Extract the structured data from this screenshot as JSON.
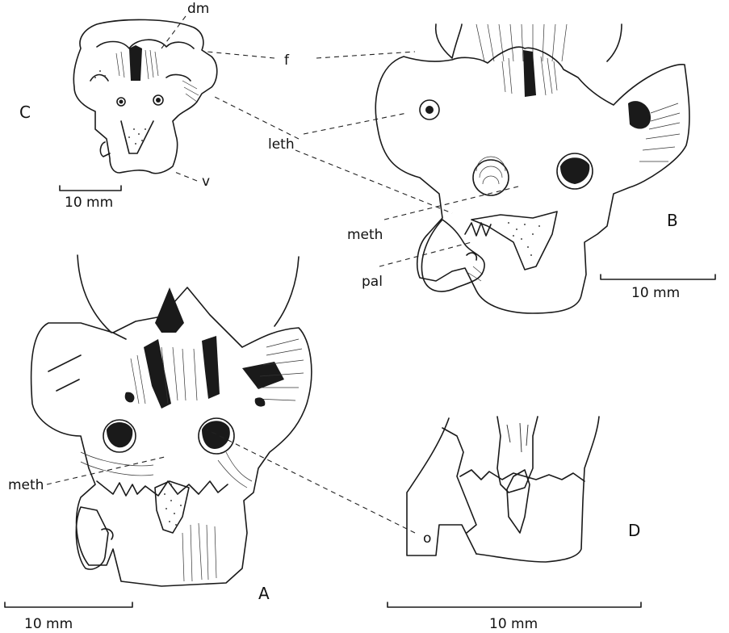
{
  "labels": {
    "dm": "dm",
    "f": "f",
    "leth": "leth",
    "v": "v",
    "meth_b": "meth",
    "pal": "pal",
    "meth_a": "meth",
    "o": "o"
  },
  "panels": {
    "a": "A",
    "b": "B",
    "c": "C",
    "d": "D"
  },
  "scale_bars": {
    "c": "10 mm",
    "b": "10 mm",
    "a": "10 mm",
    "d": "10 mm"
  }
}
